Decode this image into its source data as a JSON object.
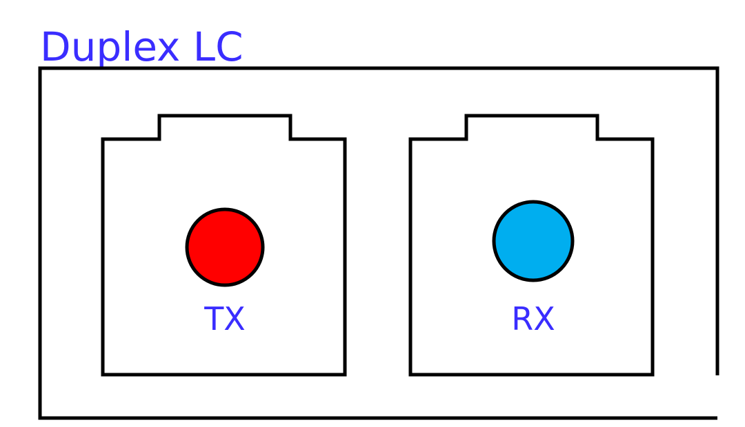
{
  "diagram": {
    "title": "Duplex LC",
    "colors": {
      "text": "#3a2dff",
      "outline": "#000000",
      "tx_core": "#ff0000",
      "rx_core": "#00aeef"
    },
    "ports": [
      {
        "label": "TX"
      },
      {
        "label": "RX"
      }
    ]
  }
}
